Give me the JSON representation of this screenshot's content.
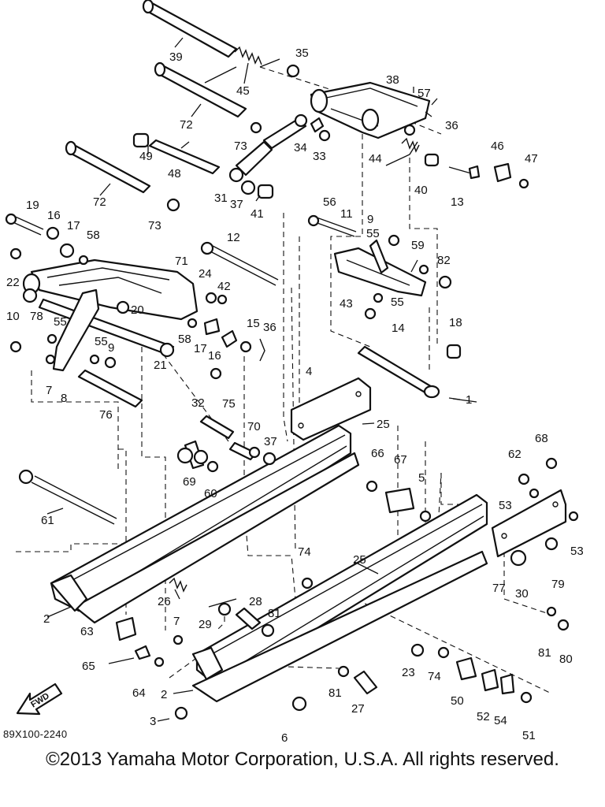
{
  "diagram": {
    "callouts": [
      "39",
      "45",
      "35",
      "38",
      "57",
      "72",
      "73",
      "36",
      "34",
      "33",
      "49",
      "48",
      "46",
      "47",
      "44",
      "31",
      "37",
      "41",
      "40",
      "13",
      "19",
      "16",
      "17",
      "58",
      "56",
      "11",
      "9",
      "55",
      "59",
      "82",
      "12",
      "71",
      "22",
      "24",
      "42",
      "43",
      "14",
      "10",
      "78",
      "18",
      "15",
      "36",
      "20",
      "21",
      "75",
      "4",
      "76",
      "1",
      "25",
      "32",
      "70",
      "69",
      "60",
      "62",
      "68",
      "66",
      "67",
      "5",
      "61",
      "53",
      "74",
      "77",
      "79",
      "30",
      "26",
      "28",
      "81",
      "80",
      "63",
      "29",
      "23",
      "65",
      "27",
      "64",
      "50",
      "52",
      "54",
      "51",
      "6",
      "3",
      "2",
      "8",
      "7"
    ],
    "fwd_label": "FWD",
    "drawing_code": "89X100-2240"
  },
  "footer": {
    "copyright": "©2013 Yamaha Motor Corporation, U.S.A. All rights reserved."
  }
}
